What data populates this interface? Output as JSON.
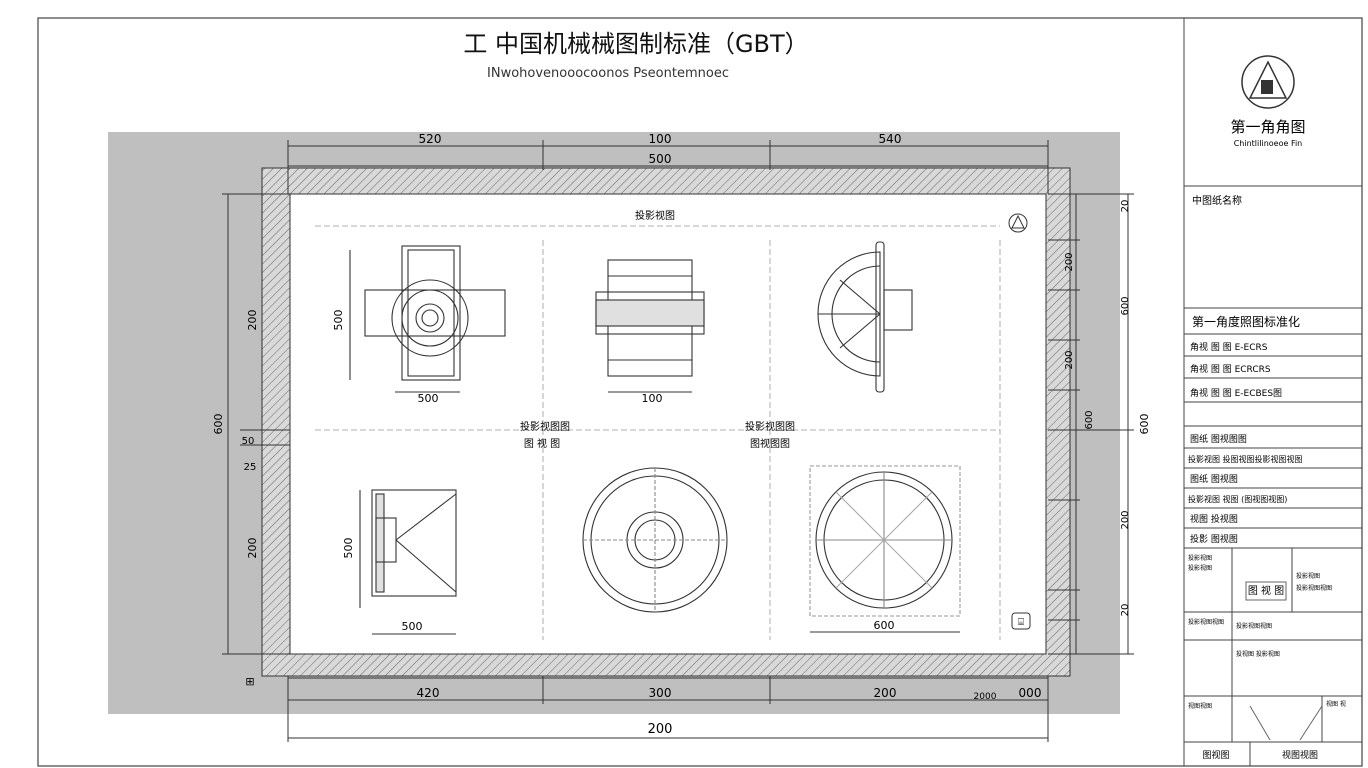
{
  "title": "工 中国机械械图制标准（GBT）",
  "subtitle": "INwohovenooocoonos Pseontemnoec",
  "projection_symbol": {
    "icon": "first-angle-projection-icon",
    "label": "第一角角图",
    "caption": "Chintlilinoeoe Fin"
  },
  "title_block": {
    "drawing_name_label": "中图纸名称",
    "section_title": "第一角度照图标准化",
    "rows": [
      "角视 图  图 E-ECRS",
      "角视 图  图 ECRCRS",
      "角视 图  图 E-ECBES图"
    ],
    "rows2": [
      "图纸 图视图图",
      "投影视图 投图视图投影视图视图",
      "图纸 图视图",
      "投影视图 视图  (图视图视图)",
      "视图 投视图",
      "投影 图视图"
    ],
    "small_lines": [
      "投影视图",
      "投影视图",
      "投影视图",
      "投影视图视图",
      "投影视图视图",
      "投影视图视图",
      "投视图 投影视图",
      "视图视图",
      "视图 视"
    ],
    "bottom_left": "图视图",
    "bottom_right": "视图视图",
    "center_label": "图  视  图"
  },
  "dimensions": {
    "top_left": "520",
    "top_center": "100",
    "top_right": "540",
    "top_total": "500",
    "bottom_left": "420",
    "bottom_center": "300",
    "bottom_right": "200",
    "bottom_small": "2000",
    "bottom_far_right": "000",
    "bottom_total": "200",
    "left_outer": "600",
    "left_upper": "200",
    "left_lower": "200",
    "left_mark": "50",
    "left_small": "25",
    "right_1": "20",
    "right_2": "200",
    "right_3": "600",
    "right_4": "200",
    "right_5": "600",
    "right_6": "200",
    "right_7": "20",
    "right_outer": "600",
    "view1_height": "500",
    "view1_width": "500",
    "view2_width": "100",
    "view4_height": "500",
    "view4_width": "500",
    "view6_width": "600"
  },
  "labels": {
    "top_view_label": "投影视图",
    "mid_left_1": "投影视图图",
    "mid_left_2": "图 视 图",
    "mid_right_1": "投影视图图",
    "mid_right_2": "图视图图"
  },
  "colors": {
    "paper": "#ffffff",
    "grey_band": "#bfbfbf",
    "line": "#333333",
    "hatch": "#555555"
  }
}
